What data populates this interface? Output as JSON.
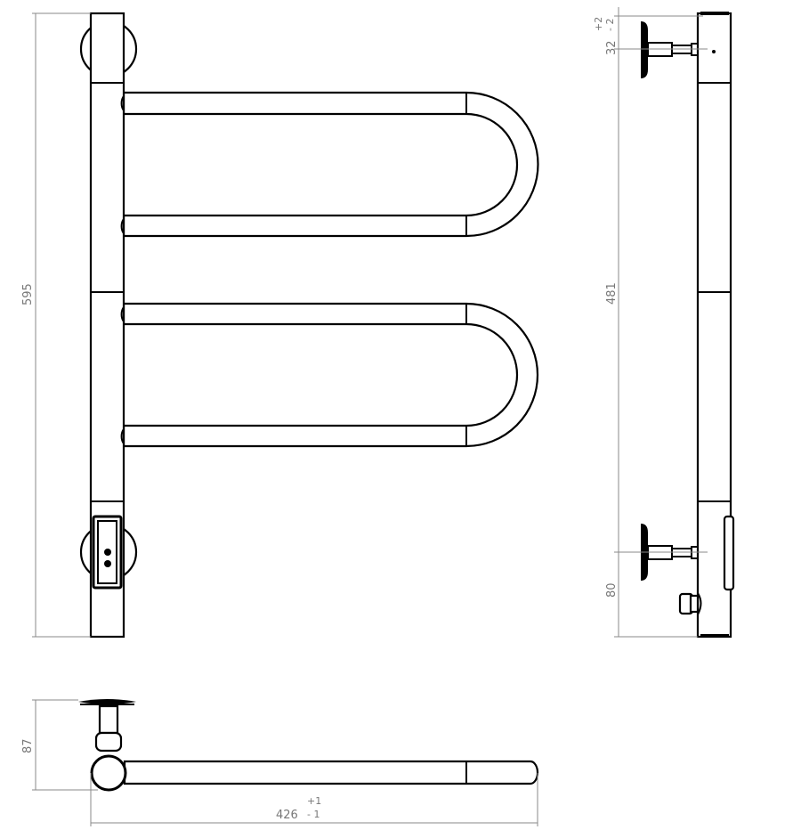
{
  "drawing": {
    "front_view": {
      "height_dim": "595"
    },
    "side_view": {
      "top_offset_dim": "32",
      "top_offset_tol_plus": "+2",
      "top_offset_tol_minus": "- 2",
      "mount_spacing_dim": "481",
      "bottom_offset_dim": "80"
    },
    "top_view": {
      "depth_dim": "87",
      "width_dim": "426",
      "width_tol_plus": "+1",
      "width_tol_minus": "- 1"
    }
  }
}
